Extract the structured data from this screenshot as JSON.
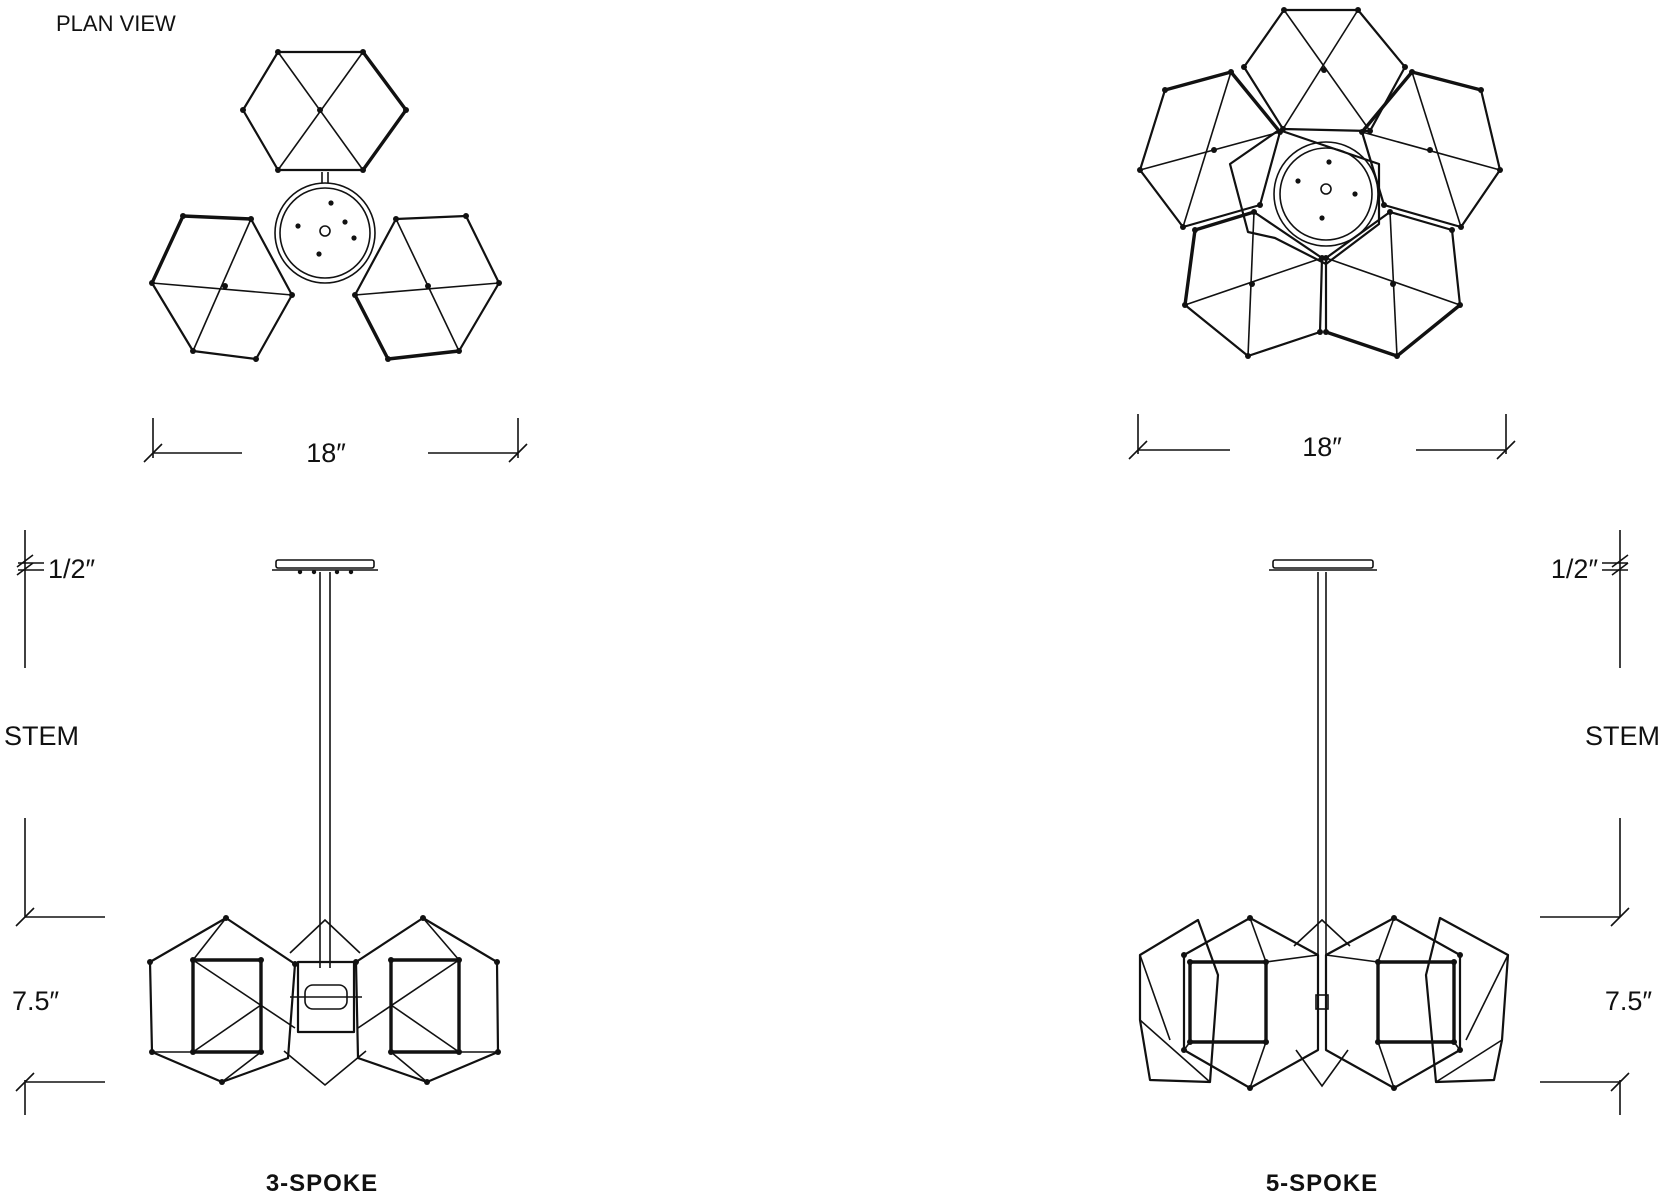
{
  "labels": {
    "plan_view": "PLAN VIEW",
    "dim_3": "18″",
    "dim_5": "18″",
    "canopy_left": "1/2″",
    "canopy_right": "1/2″",
    "stem_left": "STEM",
    "stem_right": "STEM",
    "body_left": "7.5″",
    "body_right": "7.5″",
    "caption_3": "3-SPOKE",
    "caption_5": "5-SPOKE"
  }
}
